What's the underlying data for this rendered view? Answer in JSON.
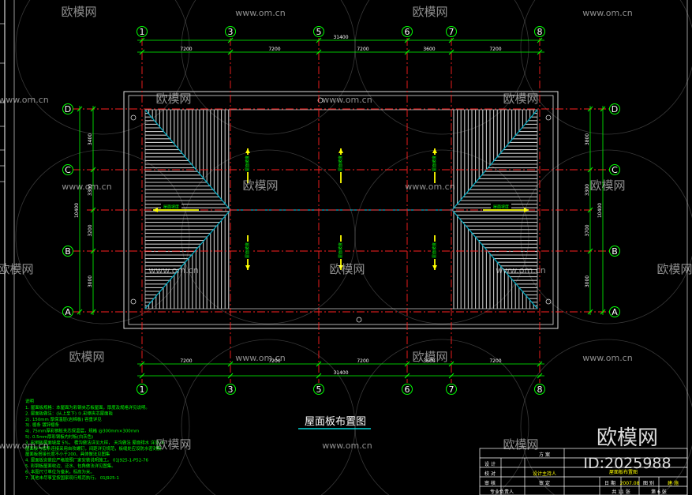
{
  "drawing": {
    "title": "屋面板布置图",
    "total_length": "31400",
    "top_spans": [
      "7200",
      "7200",
      "7200",
      "3600",
      "7200"
    ],
    "bottom_spans": [
      "7200",
      "7200",
      "7200",
      "3600",
      "7200"
    ],
    "total_width": "10400",
    "left_spans": [
      "3400",
      "3300",
      "3200",
      "3000"
    ],
    "right_spans": [
      "3800",
      "3300",
      "3700",
      "3000"
    ],
    "axes_x": [
      "1",
      "3",
      "5",
      "6",
      "7",
      "8"
    ],
    "axes_y": [
      "D",
      "C",
      "B",
      "A"
    ],
    "slope_labels": [
      "屋面坡度",
      "屋面坡度",
      "屋面坡度",
      "屋面坡度",
      "屋面坡度",
      "屋面坡度",
      "屋面坡度",
      "屋面坡度"
    ]
  },
  "notes": {
    "heading": "说明",
    "lines": [
      "1. 屋面板规格：本屋面为彩钢夹芯板屋面，厚度及规格详见说明。",
      "2. 屋面板做法：(从上至下)      ①.彩钢夹芯屋面板",
      "                 2). 150mm 厚保温层(岩棉板) 容重详见",
      "                 3). 檩条  镀锌檩条",
      "                 4). 75mm厚彩钢板夹芯保温层，规格       @300mm×300mm",
      "                 5). 0.5mm厚彩钢板内衬板(白灰色)",
      "3. 彩钢板屋面坡度 5%，    檐沟做法详见大样，   天沟做法  屋面排水  详见  ⑤",
      "   屋面板与檩条连接采用自攻螺钉，间距详见规范，板缝处应设防水密封胶",
      "   屋面板搭接长度不小于200，具体做法见图集",
      "4. 屋面板安装应严格按照厂家安装说明施工。          01J925-1-P52-76",
      "5. 彩钢板屋面收边、泛水、包角做法详见图集。",
      "6. 本图尺寸单位为毫米，标高为米。",
      "7. 其他未尽事宜按国家现行规范执行。      01J925-1"
    ]
  },
  "title_block": {
    "rows": [
      "设 计",
      "校 对",
      "审 核",
      "审 定",
      "专业负责人"
    ],
    "col_header": "方 案",
    "project_lead": "设计主持人",
    "drawing_name": "屋面板布置图",
    "date_label": "日 期",
    "date": "2007.08",
    "scale_label": "图 别",
    "category": "建 施",
    "sheet_total_label": "共 11 张",
    "sheet_no_label": "第 6 张"
  },
  "watermark": {
    "brand": "欧模网",
    "url": "www.om.cn",
    "id_text": "ID:2025988"
  },
  "colors": {
    "background": "#000000",
    "roof_line": "#c8c8c8",
    "hip_line": "#00b0c8",
    "axis_line": "#ff2020",
    "dim_line": "#00ff00",
    "arrow": "#ffff00",
    "title_underline": "#00ffff"
  }
}
